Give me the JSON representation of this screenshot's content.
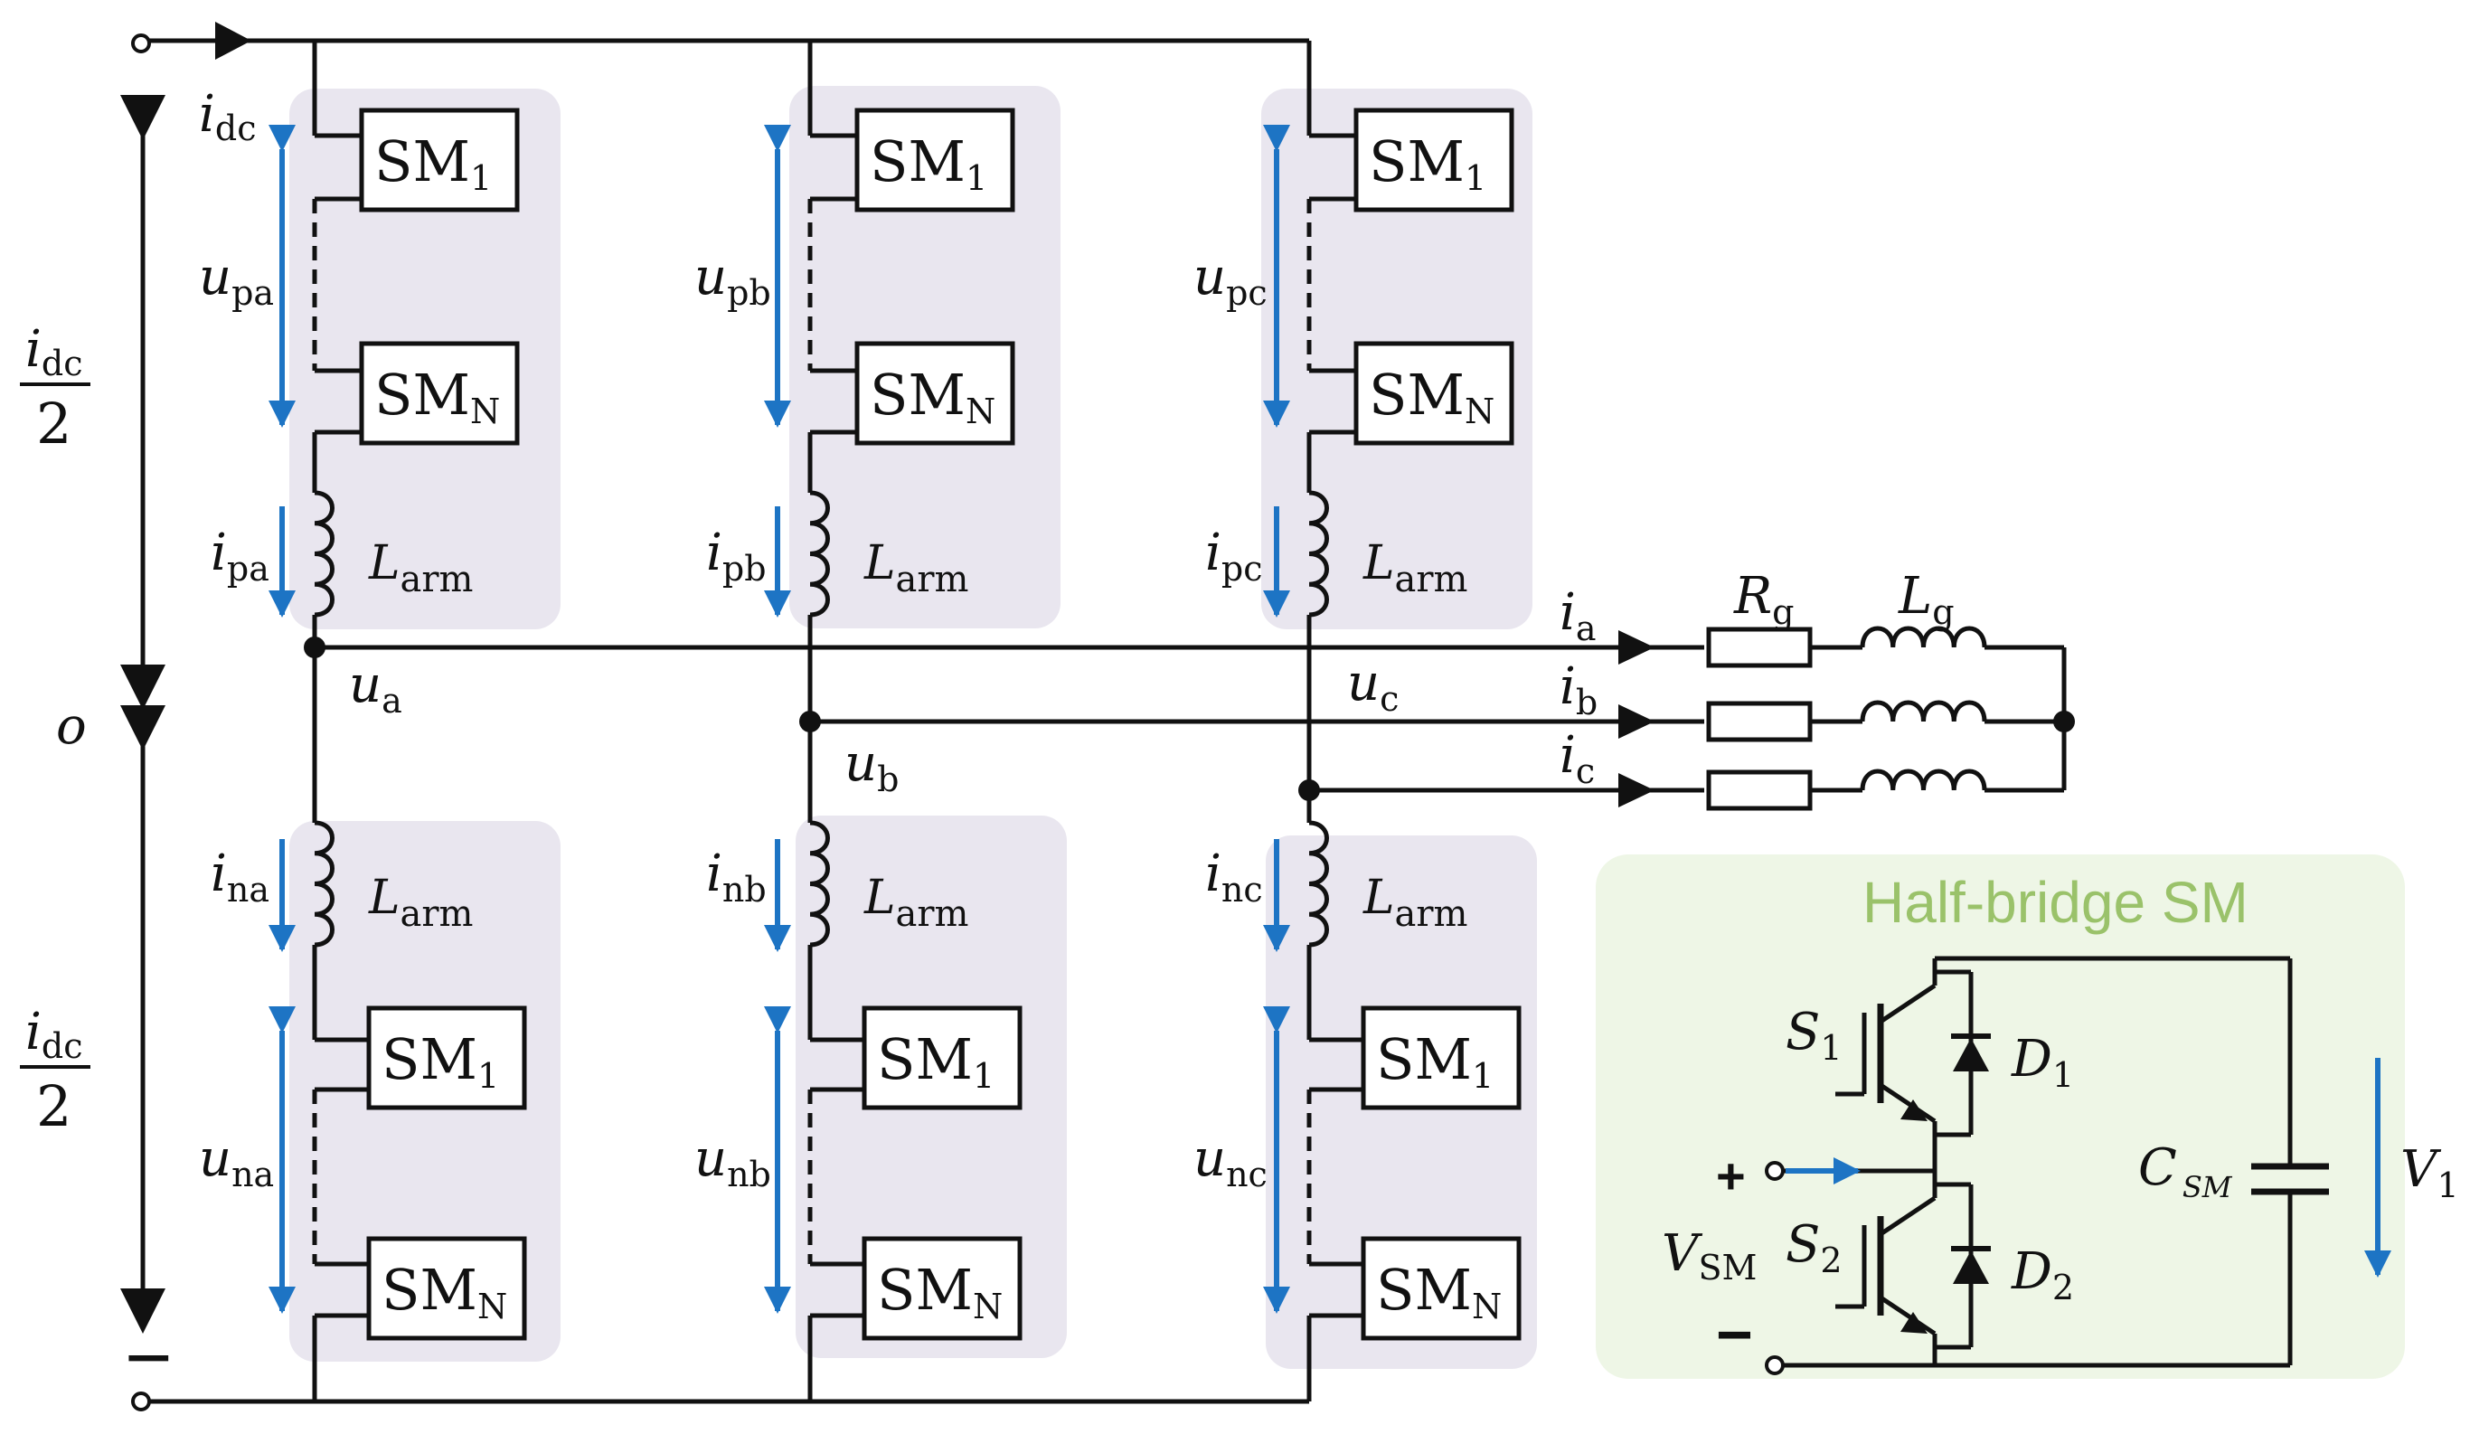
{
  "diagram": {
    "submodule_first": {
      "main": "SM",
      "sub": "1"
    },
    "submodule_last": {
      "main": "SM",
      "sub": "N"
    },
    "arm_inductor": {
      "main": "L",
      "sub": "arm"
    },
    "grid_resistor": {
      "main": "R",
      "sub": "g"
    },
    "grid_inductor": {
      "main": "L",
      "sub": "g"
    },
    "dc_current": {
      "main": "i",
      "sub": "dc"
    },
    "half_dc_current": {
      "num_main": "i",
      "num_sub": "dc",
      "den": "2"
    },
    "midpoint": "o",
    "dc_negative": "−",
    "phases": [
      {
        "upper_voltage": {
          "main": "u",
          "sub": "pa"
        },
        "upper_current": {
          "main": "i",
          "sub": "pa"
        },
        "lower_voltage": {
          "main": "u",
          "sub": "na"
        },
        "lower_current": {
          "main": "i",
          "sub": "na"
        },
        "node_voltage": {
          "main": "u",
          "sub": "a"
        },
        "line_current": {
          "main": "i",
          "sub": "a"
        }
      },
      {
        "upper_voltage": {
          "main": "u",
          "sub": "pb"
        },
        "upper_current": {
          "main": "i",
          "sub": "pb"
        },
        "lower_voltage": {
          "main": "u",
          "sub": "nb"
        },
        "lower_current": {
          "main": "i",
          "sub": "nb"
        },
        "node_voltage": {
          "main": "u",
          "sub": "b"
        },
        "line_current": {
          "main": "i",
          "sub": "b"
        }
      },
      {
        "upper_voltage": {
          "main": "u",
          "sub": "pc"
        },
        "upper_current": {
          "main": "i",
          "sub": "pc"
        },
        "lower_voltage": {
          "main": "u",
          "sub": "nc"
        },
        "lower_current": {
          "main": "i",
          "sub": "nc"
        },
        "node_voltage": {
          "main": "u",
          "sub": "c"
        },
        "line_current": {
          "main": "i",
          "sub": "c"
        }
      }
    ],
    "half_bridge": {
      "title": "Half-bridge SM",
      "switch_upper": {
        "main": "S",
        "sub": "1"
      },
      "switch_lower": {
        "main": "S",
        "sub": "2"
      },
      "diode_upper": {
        "main": "D",
        "sub": "1"
      },
      "diode_lower": {
        "main": "D",
        "sub": "2"
      },
      "capacitor": {
        "main": "C",
        "sub": "SM"
      },
      "capacitor_voltage": {
        "main": "V",
        "sub": "1"
      },
      "output_voltage": {
        "main": "V",
        "sub": "SM"
      },
      "plus": "+",
      "minus": "−"
    },
    "colors": {
      "arrow": "#1d74c4",
      "arm_shade": "#e9e6ef",
      "sm_shade": "#eef6e6",
      "title": "#9ac26a"
    }
  }
}
